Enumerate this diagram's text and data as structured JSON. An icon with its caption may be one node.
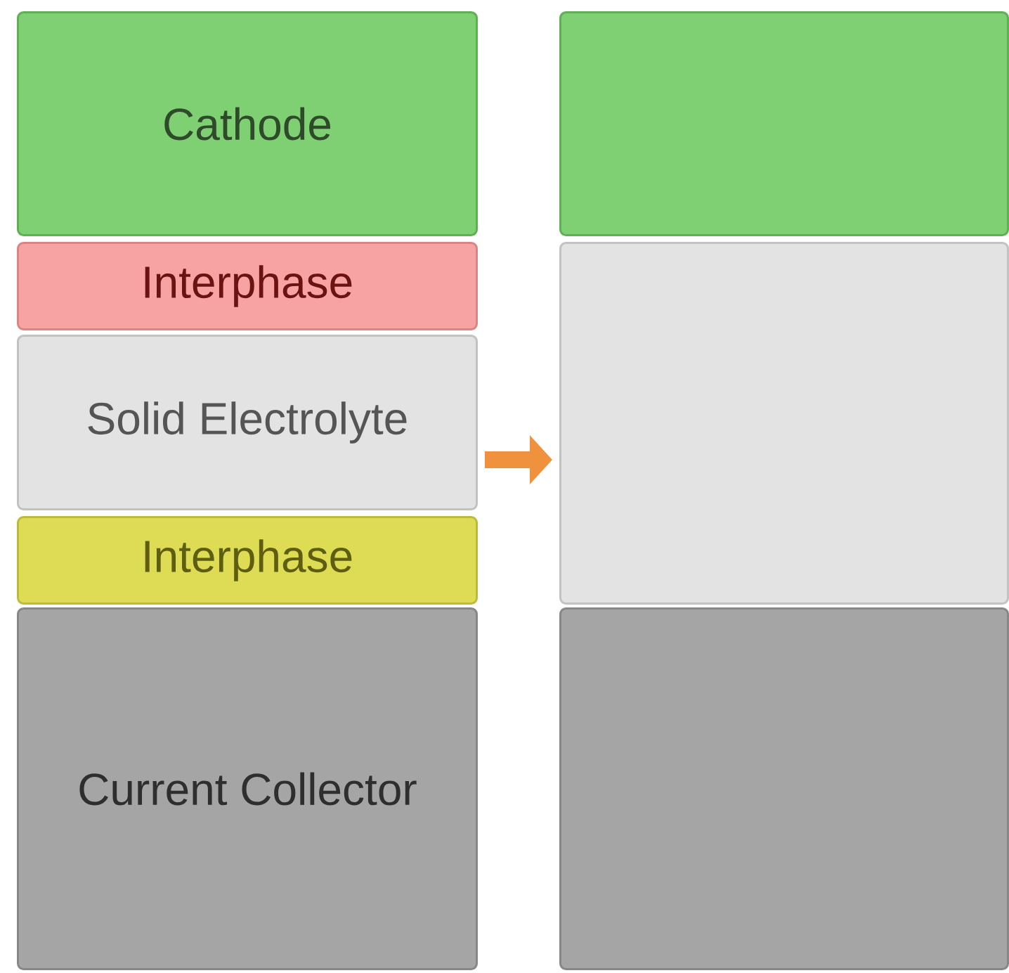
{
  "diagram": {
    "nodes": [
      {
        "text": [
          "Cathode"
        ]
      },
      {
        "text": [
          "Interphase"
        ]
      },
      {
        "text": [
          "Solid Electrolyte"
        ]
      },
      {
        "text": [
          "Interphase"
        ]
      },
      {
        "text": [
          "Current Collector"
        ]
      },
      {
        "text": [],
        "shape": "box"
      },
      {
        "text": [],
        "shape": "box"
      },
      {
        "text": [],
        "shape": "box"
      }
    ],
    "edges": [
      {
        "from": 2,
        "to": 6,
        "arrow": "to"
      }
    ]
  }
}
